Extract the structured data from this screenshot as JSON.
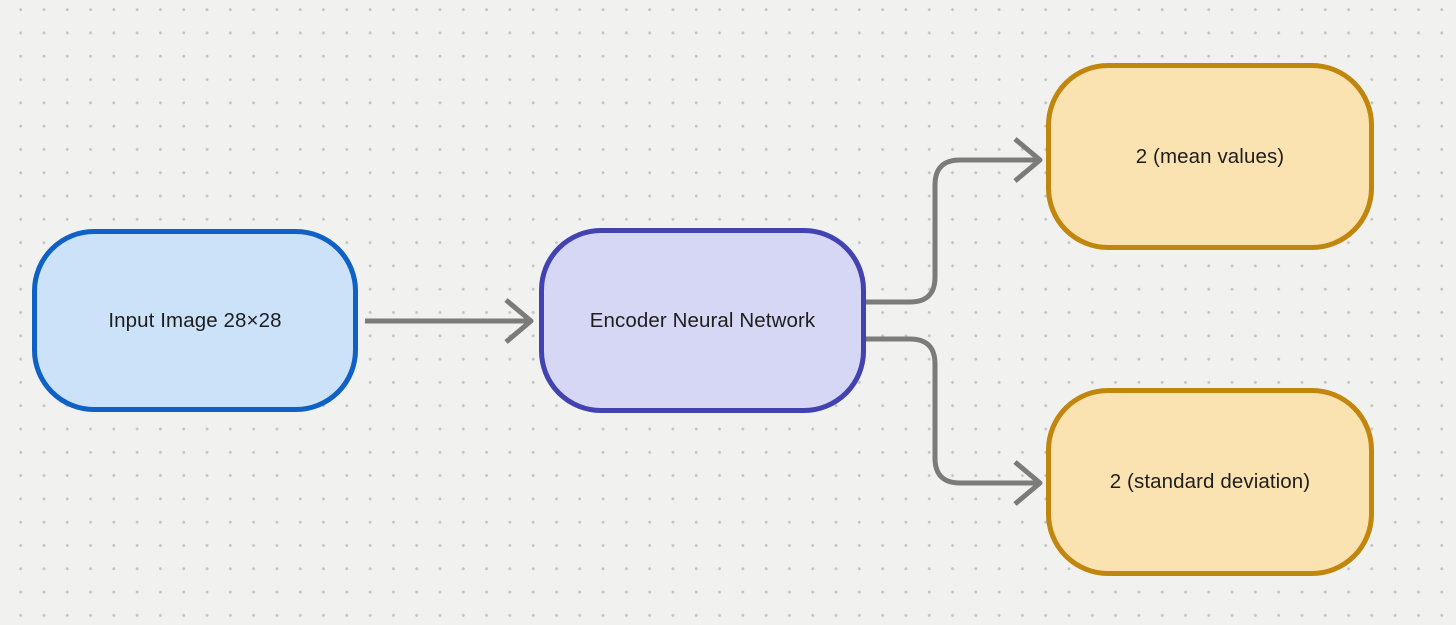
{
  "diagram": {
    "nodes": [
      {
        "id": "input-image",
        "label": "Input Image 28×28",
        "fill": "#cbe2f8",
        "border": "#1061c5"
      },
      {
        "id": "encoder",
        "label": "Encoder Neural Network",
        "fill": "#d6d6f5",
        "border": "#4242b0"
      },
      {
        "id": "mean-output",
        "label": "2 (mean values)",
        "fill": "#fae2b1",
        "border": "#c1860d"
      },
      {
        "id": "std-output",
        "label": "2 (standard deviation)",
        "fill": "#fae2b1",
        "border": "#c1860d"
      }
    ],
    "edges": [
      {
        "from": "input-image",
        "to": "encoder"
      },
      {
        "from": "encoder",
        "to": "mean-output"
      },
      {
        "from": "encoder",
        "to": "std-output"
      }
    ],
    "colors": {
      "background": "#f1f1ef",
      "dot_grid": "#c4c4c2",
      "arrow": "#7b7b7b",
      "text": "#1e1e1e"
    }
  }
}
